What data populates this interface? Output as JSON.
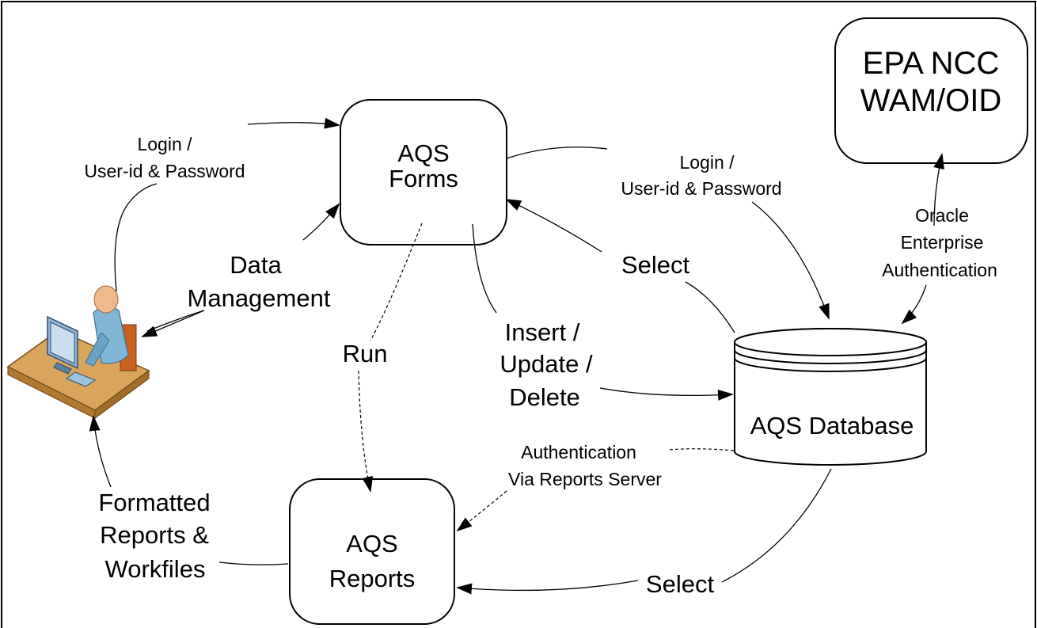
{
  "nodes": {
    "forms": {
      "lines": [
        "AQS",
        "Forms"
      ]
    },
    "reports": {
      "lines": [
        "AQS",
        "Reports"
      ]
    },
    "epa": {
      "lines": [
        "EPA NCC",
        "WAM/OID"
      ]
    },
    "database": {
      "label": "AQS Database"
    },
    "user": {
      "icon": "user-at-computer-icon"
    }
  },
  "edges": {
    "login_user": [
      "Login /",
      "User-id & Password"
    ],
    "data_management": [
      "Data",
      "Management"
    ],
    "run": "Run",
    "insert_update_delete": [
      "Insert /",
      "Update /",
      "Delete"
    ],
    "login_db": [
      "Login /",
      "User-id & Password"
    ],
    "select_forms": "Select",
    "oracle_auth": [
      "Oracle",
      "Enterprise",
      "Authentication"
    ],
    "auth_reports_server": [
      "Authentication",
      "Via Reports Server"
    ],
    "formatted_reports": [
      "Formatted",
      "Reports &",
      "Workfiles"
    ],
    "select_reports": "Select"
  }
}
